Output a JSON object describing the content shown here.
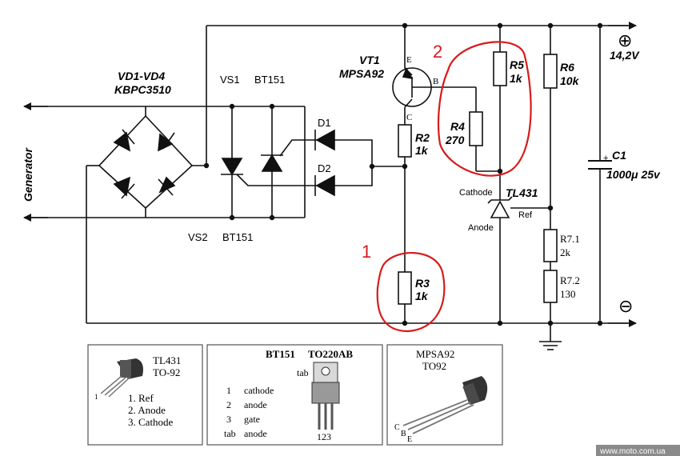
{
  "schematic": {
    "generator_label": "Generator",
    "bridge_ref": "VD1-VD4",
    "bridge_part": "KBPC3510",
    "vs1_ref": "VS1",
    "vs1_part": "BT151",
    "vs2_ref": "VS2",
    "vs2_part": "BT151",
    "d1_ref": "D1",
    "d2_ref": "D2",
    "vt1_ref": "VT1",
    "vt1_part": "MPSA92",
    "vt1_e": "E",
    "vt1_b": "B",
    "vt1_c": "C",
    "r2_ref": "R2",
    "r2_val": "1k",
    "r3_ref": "R3",
    "r3_val": "1k",
    "r4_ref": "R4",
    "r4_val": "270",
    "r5_ref": "R5",
    "r5_val": "1k",
    "r6_ref": "R6",
    "r6_val": "10k",
    "r71_ref": "R7.1",
    "r71_val": "2k",
    "r72_ref": "R7.2",
    "r72_val": "130",
    "tl431_ref": "TL431",
    "tl431_cathode": "Cathode",
    "tl431_anode": "Anode",
    "tl431_ref_pin": "Ref",
    "c1_ref": "C1",
    "c1_val": "1000μ 25v",
    "c1_plus": "+",
    "voltage": "14,2V",
    "plus_symbol": "⊕",
    "minus_symbol": "⊖"
  },
  "annotations": {
    "mark_1": "1",
    "mark_2": "2"
  },
  "pinouts": {
    "tl431": {
      "title": "TL431",
      "package": "TO-92",
      "pin_lead": "1",
      "pins": [
        "1. Ref",
        "2. Anode",
        "3. Cathode"
      ]
    },
    "bt151": {
      "title": "BT151",
      "package": "TO220AB",
      "tab_label": "tab",
      "pin_nums": [
        "1",
        "2",
        "3",
        "tab"
      ],
      "pin_names": [
        "cathode",
        "anode",
        "gate",
        "anode"
      ],
      "legs": "123"
    },
    "mpsa92": {
      "title": "MPSA92",
      "package": "TO92",
      "leg_c": "C",
      "leg_b": "B",
      "leg_e": "E"
    }
  },
  "watermark": "www.moto.com.ua",
  "colors": {
    "ink": "#111111",
    "annotation": "#d81a1a",
    "panel_border": "#555555"
  }
}
